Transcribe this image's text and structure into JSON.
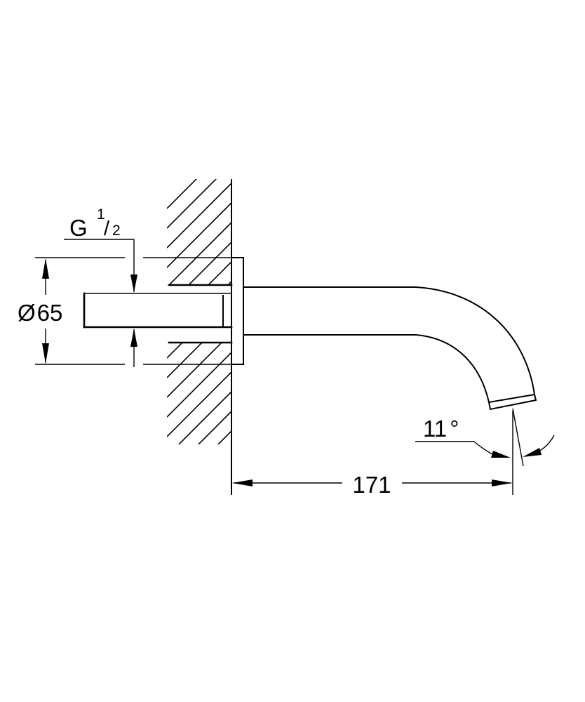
{
  "drawing": {
    "subject": "wall-mounted bath spout, side elevation",
    "colors": {
      "line": "#000000",
      "background": "#ffffff"
    },
    "dimensions": {
      "thread": {
        "prefix": "G",
        "numerator": "1",
        "slash": "/",
        "denominator": "2"
      },
      "diameter": {
        "symbol": "Ø",
        "value": "65"
      },
      "projection": {
        "value": "171"
      },
      "outlet_angle": {
        "value": "11",
        "unit": "°"
      }
    }
  }
}
